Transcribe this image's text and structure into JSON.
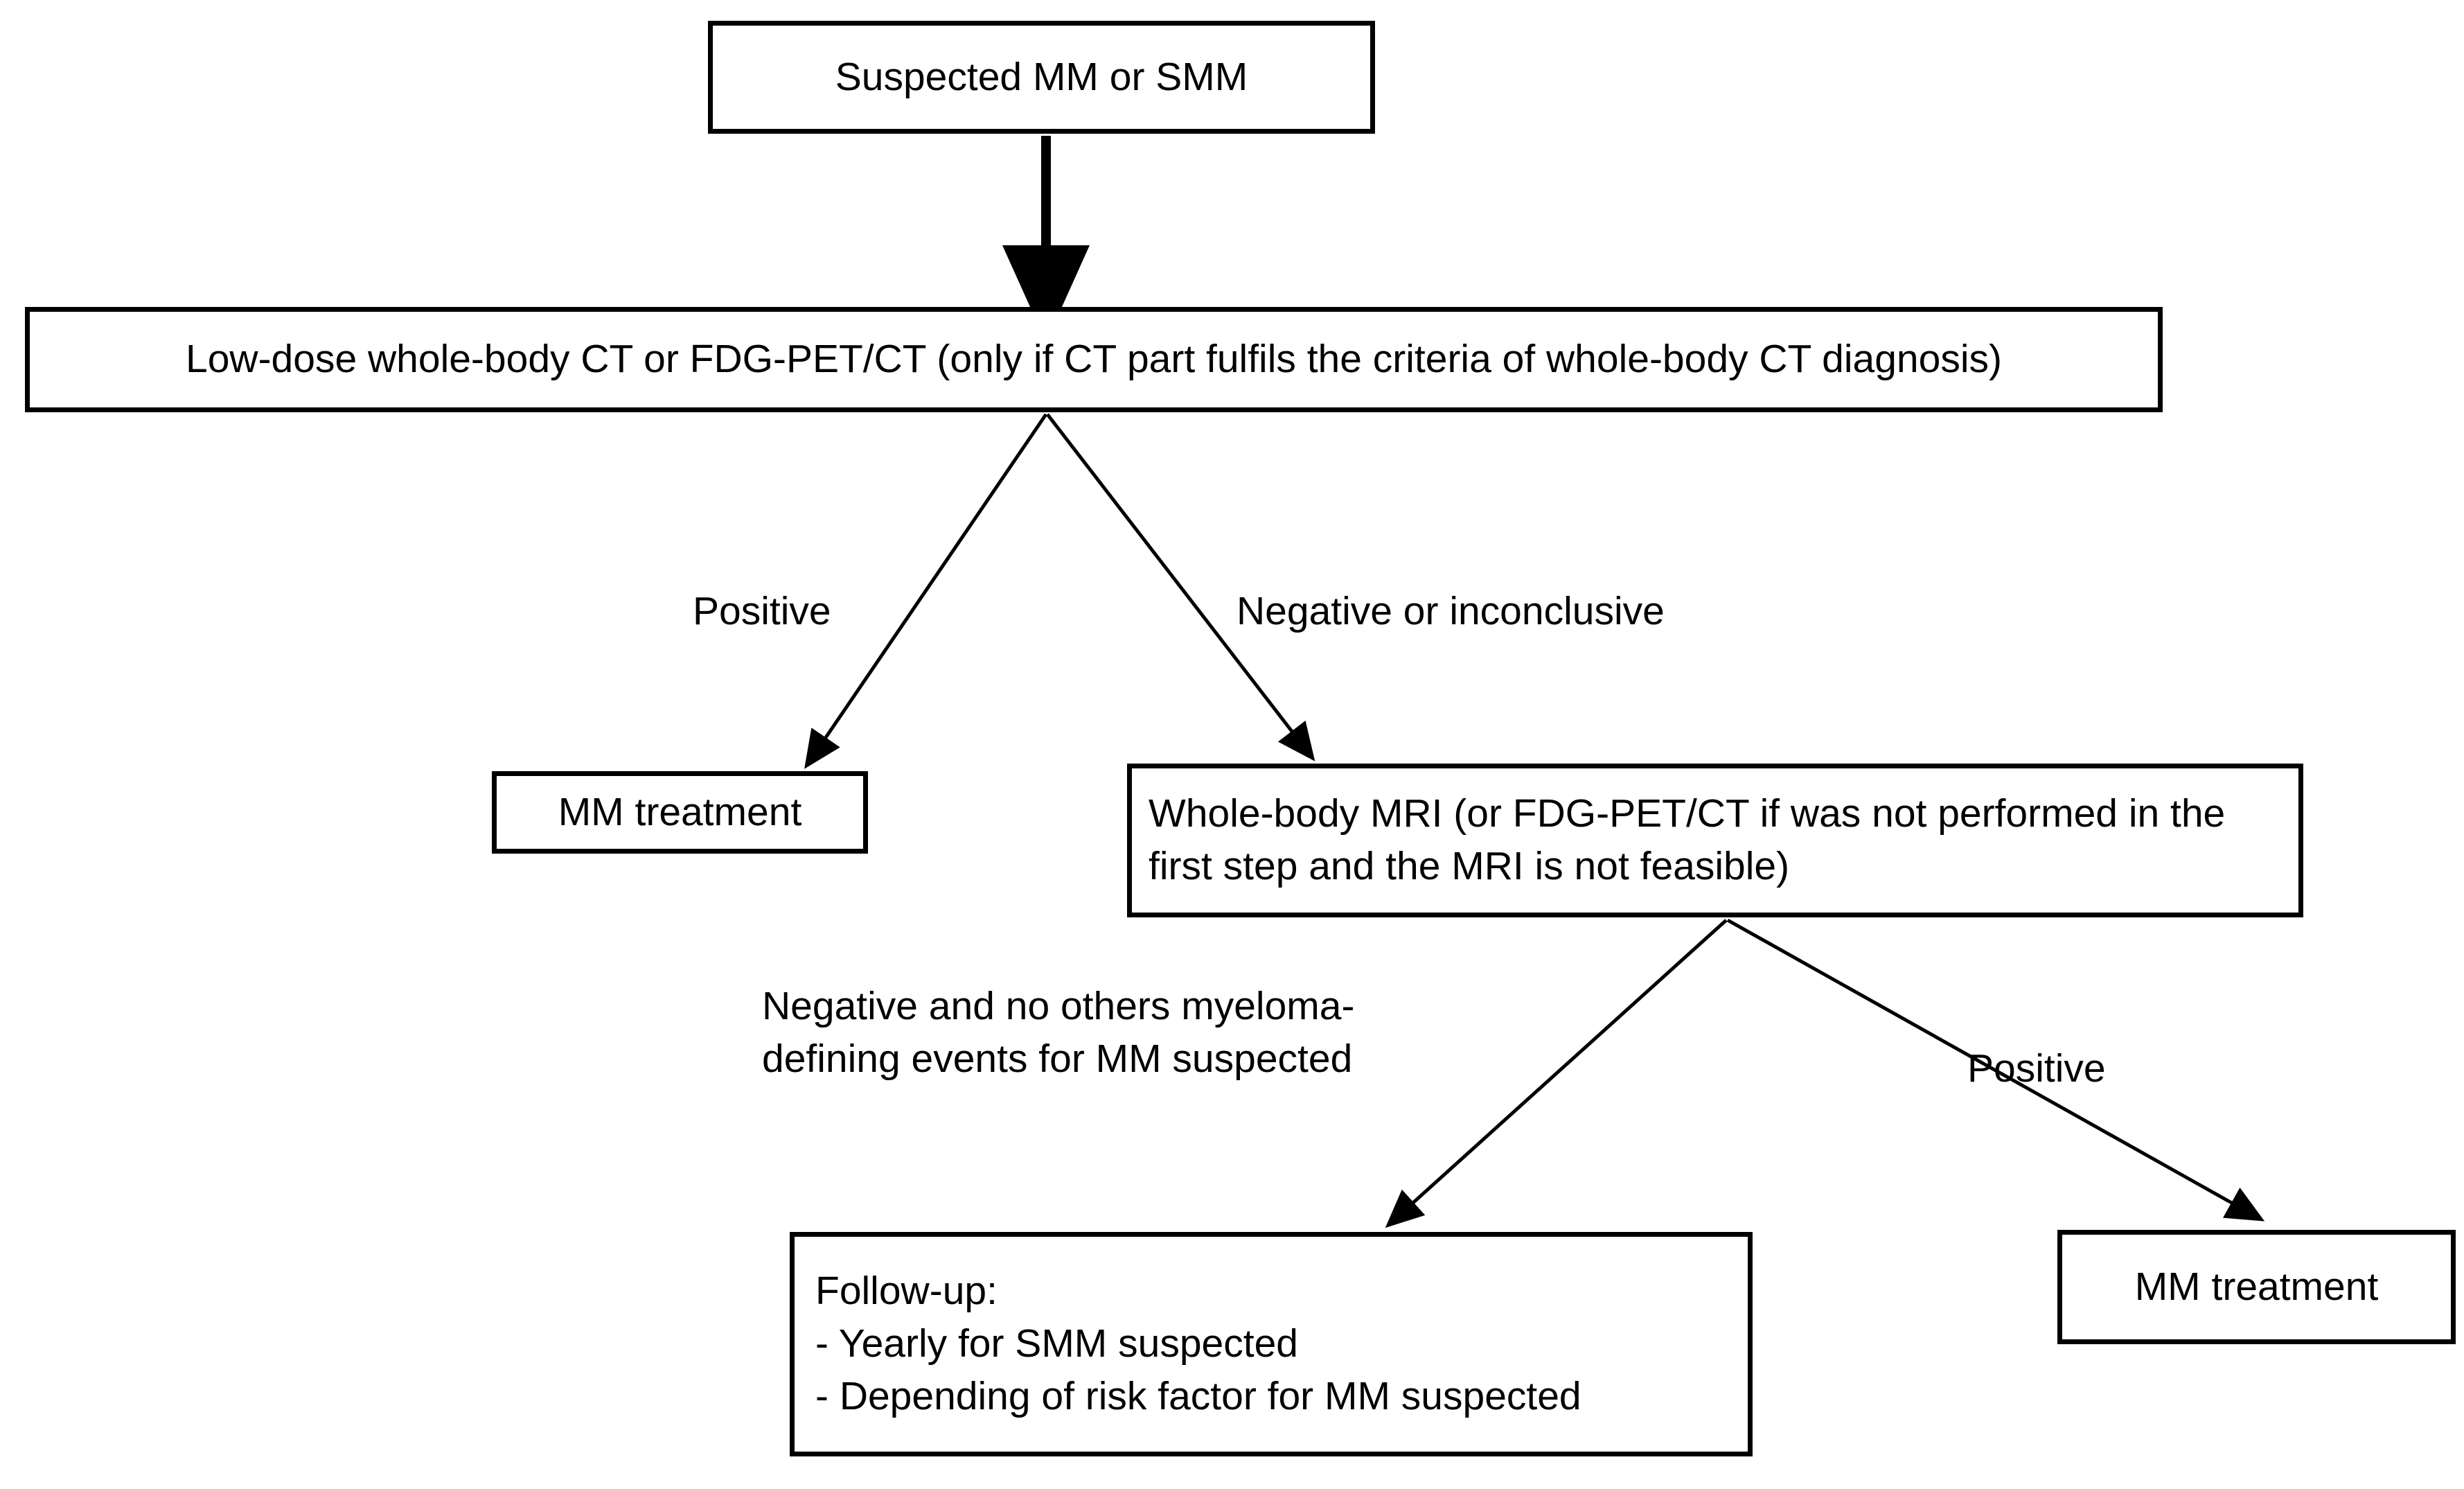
{
  "diagram": {
    "title": "Imaging algorithm for suspected MM or SMM",
    "type": "flowchart",
    "colors": {
      "box_border": "#000000",
      "box_fill": "#ffffff",
      "text": "#000000",
      "connector": "#000000",
      "background": "#ffffff"
    },
    "nodes": [
      {
        "id": "suspected",
        "label": "Suspected MM or SMM",
        "align": "center"
      },
      {
        "id": "lowdose_ct",
        "label": "Low-dose whole-body CT or FDG-PET/CT (only if CT part fulfils the criteria of whole-body CT diagnosis)",
        "align": "center"
      },
      {
        "id": "mm_treatment_1",
        "label": "MM treatment",
        "align": "center"
      },
      {
        "id": "wb_mri",
        "label": "Whole-body MRI (or FDG-PET/CT if was not performed in the first step and the MRI is not feasible)",
        "align": "left"
      },
      {
        "id": "followup",
        "label": "Follow-up:\n- Yearly for SMM suspected\n- Depending of risk factor for MM suspected",
        "align": "left"
      },
      {
        "id": "mm_treatment_2",
        "label": "MM treatment",
        "align": "center"
      }
    ],
    "edges": [
      {
        "id": "e1",
        "from": "suspected",
        "to": "lowdose_ct",
        "label": ""
      },
      {
        "id": "e2",
        "from": "lowdose_ct",
        "to": "mm_treatment_1",
        "label": "Positive"
      },
      {
        "id": "e3",
        "from": "lowdose_ct",
        "to": "wb_mri",
        "label": "Negative or inconclusive"
      },
      {
        "id": "e4",
        "from": "wb_mri",
        "to": "followup",
        "label": "Negative and no others myeloma-\ndefining events for MM suspected"
      },
      {
        "id": "e5",
        "from": "wb_mri",
        "to": "mm_treatment_2",
        "label": "Positive"
      }
    ]
  }
}
